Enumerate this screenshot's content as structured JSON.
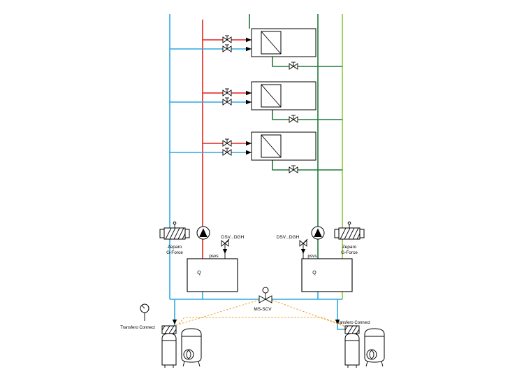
{
  "labels": {
    "zeparo_line1": "Zeparo",
    "zeparo_line2": "G-Force",
    "dsv": "DSV...DGH",
    "psvs": "psvs",
    "q": "Q",
    "ms_scv": "MS-SCV",
    "transfero": "Transfero Connect"
  },
  "colors": {
    "blue": "#2FA8DF",
    "red": "#E2231A",
    "dark_green": "#217A38",
    "light_green": "#8DC63F",
    "orange": "#F0A030",
    "black": "#000000"
  },
  "icons": {
    "valve": "shutoff-valve-icon",
    "pump": "pump-icon",
    "safety_valve": "safety-valve-icon",
    "motor_valve": "motorized-valve-icon",
    "gauge": "pressure-gauge-icon",
    "separator": "dirt-separator-icon",
    "vessel": "expansion-vessel-icon"
  }
}
